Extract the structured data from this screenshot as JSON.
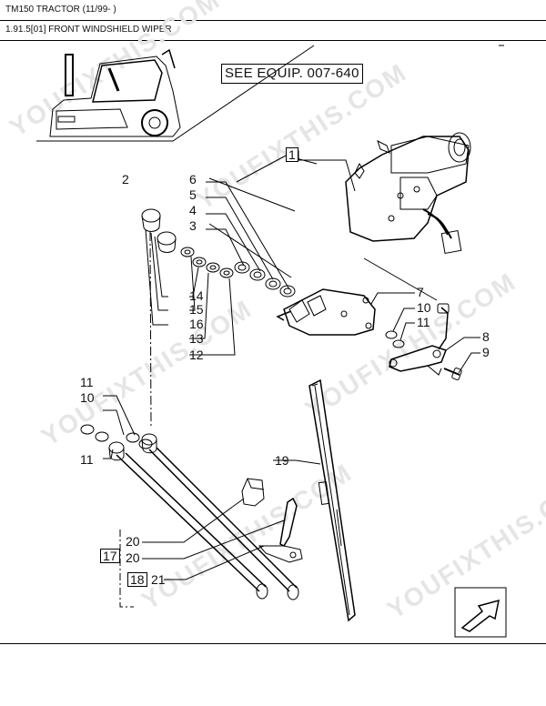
{
  "header": {
    "model_title": "TM150 TRACTOR (11/99- )",
    "section_title": "1.91.5[01] FRONT WINDSHIELD WIPER"
  },
  "see_equip": "SEE EQUIP. 007-640",
  "watermark_text": "YOUFIXTHIS.COM",
  "part_labels": {
    "p1": "1",
    "p2": "2",
    "p3": "3",
    "p4": "4",
    "p5": "5",
    "p6": "6",
    "p7": "7",
    "p8": "8",
    "p9": "9",
    "p10a": "10",
    "p11a": "11",
    "p12": "12",
    "p13": "13",
    "p14": "14",
    "p15": "15",
    "p16": "16",
    "p11b": "11",
    "p10b": "10",
    "p11c": "11",
    "p19": "19",
    "p20a": "20",
    "p17": "17",
    "p20b": "20",
    "p18": "18",
    "p21": "21"
  },
  "colors": {
    "line": "#000000",
    "watermark": "#e5e5e5"
  }
}
